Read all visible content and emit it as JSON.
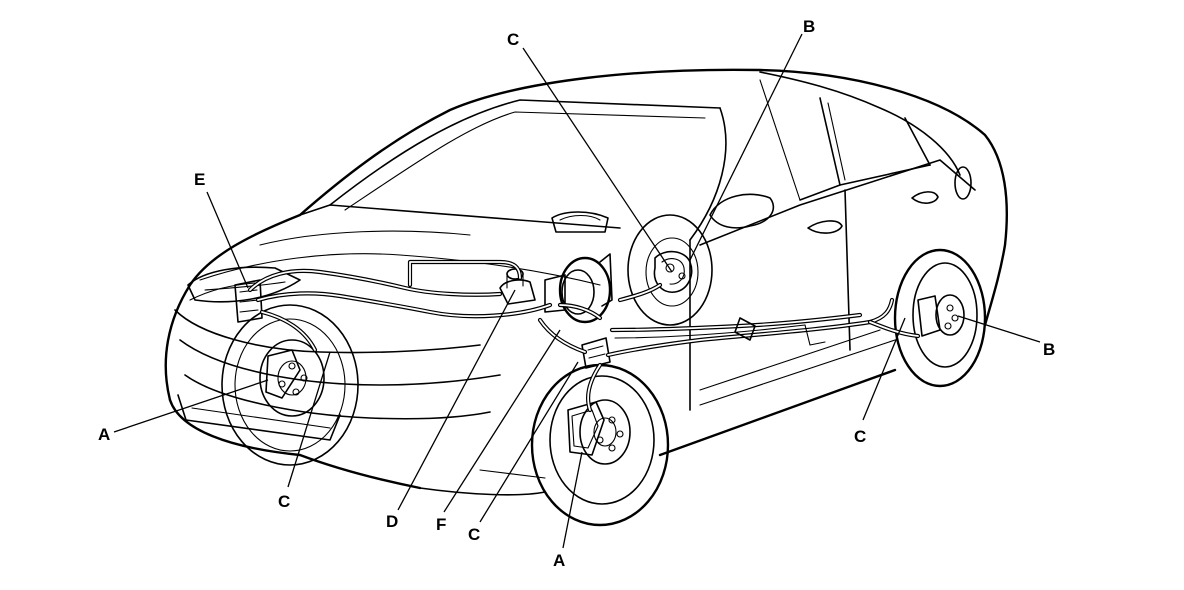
{
  "callouts": [
    {
      "id": "c-top",
      "text": "C"
    },
    {
      "id": "b-top",
      "text": "B"
    },
    {
      "id": "e-left",
      "text": "E"
    },
    {
      "id": "b-right",
      "text": "B"
    },
    {
      "id": "a-left",
      "text": "A"
    },
    {
      "id": "c-right",
      "text": "C"
    },
    {
      "id": "c-left",
      "text": "C"
    },
    {
      "id": "d-bottom",
      "text": "D"
    },
    {
      "id": "f-bottom",
      "text": "F"
    },
    {
      "id": "c-bottom",
      "text": "C"
    },
    {
      "id": "a-bottom",
      "text": "A"
    }
  ]
}
